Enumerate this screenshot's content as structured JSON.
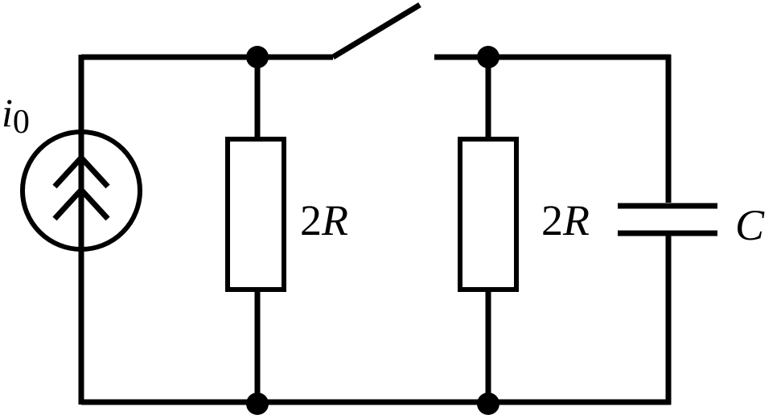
{
  "labels": {
    "source_current": {
      "symbol": "i",
      "subscript": "0"
    },
    "resistor_left": {
      "coefficient": "2",
      "symbol": "R"
    },
    "resistor_right": {
      "coefficient": "2",
      "symbol": "R"
    },
    "capacitor": "C"
  }
}
